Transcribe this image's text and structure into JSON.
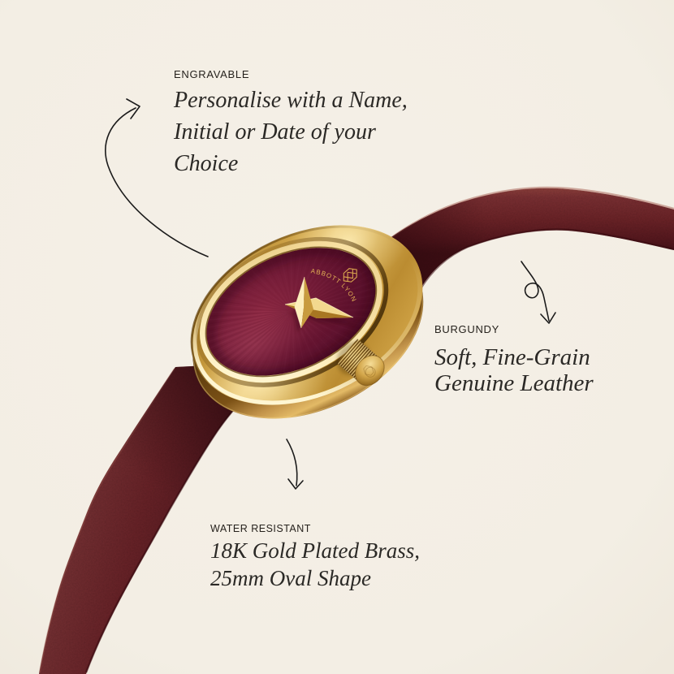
{
  "image_kind": "product-marketing-shot",
  "watch": {
    "brand": "ABBOTT LYON",
    "style": "gold-oval-watch",
    "dial_color": "#7c1f38",
    "case_color": "#d4a94e",
    "strap_color": "#6e252b"
  },
  "annotations": {
    "engravable": {
      "label": "ENGRAVABLE",
      "lines": [
        "Personalise with a Name,",
        "Initial or Date of your",
        "Choice"
      ]
    },
    "burgundy": {
      "label": "BURGUNDY",
      "lines": [
        "Soft, Fine-Grain",
        "Genuine Leather"
      ]
    },
    "water_resistant": {
      "label": "WATER RESISTANT",
      "lines": [
        "18K Gold Plated Brass,",
        "25mm Oval Shape"
      ]
    }
  },
  "colors": {
    "background": "#f3eee4",
    "ink": "#26221d",
    "script_ink": "#2b2926",
    "gold_light": "#f6e09a",
    "gold_mid": "#c6973b",
    "gold_dark": "#7a5514",
    "dial_burgundy": "#7c1f38",
    "strap_burgundy": "#6e252b",
    "arrow": "#1b1b1b"
  }
}
